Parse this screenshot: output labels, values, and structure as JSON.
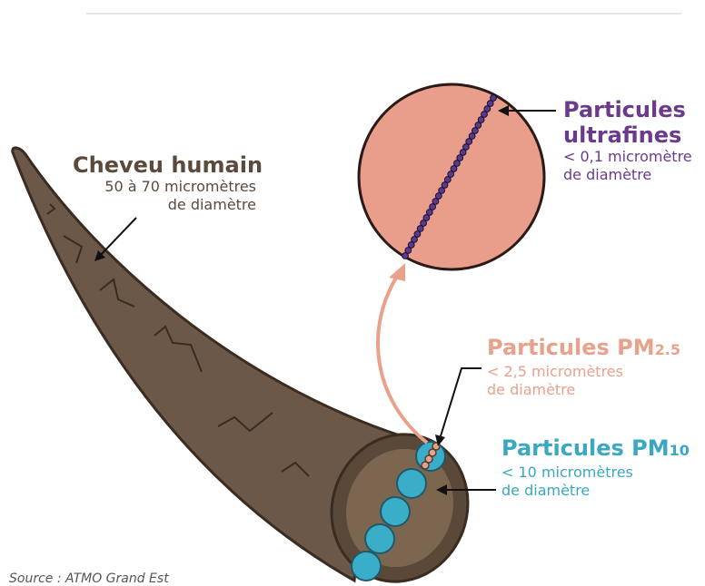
{
  "hair": {
    "title": "Cheveu humain",
    "line1": "50 à 70 micromètres",
    "line2": "de diamètre"
  },
  "ultrafine": {
    "title_line1": "Particules",
    "title_line2": "ultrafines",
    "line1": "< 0,1 micromètre",
    "line2": "de diamètre"
  },
  "pm25": {
    "title": "Particules PM",
    "title_suffix": "2.5",
    "line1": "< 2,5 micromètres",
    "line2": "de diamètre"
  },
  "pm10": {
    "title": "Particules PM",
    "title_suffix": "10",
    "line1": "< 10 micromètres",
    "line2": "de diamètre"
  },
  "source": "Source : ATMO Grand Est",
  "colors": {
    "hair_dark": "#4a3a2c",
    "hair_mid": "#6b5848",
    "hair_face": "#7c6650",
    "ultrafine_circle": "#e89e8a",
    "ultrafine_dots": "#5a3a8c",
    "pm25_dots": "#e8a28c",
    "pm10_circles": "#3aaec8",
    "arrow": "#e8a28c"
  }
}
